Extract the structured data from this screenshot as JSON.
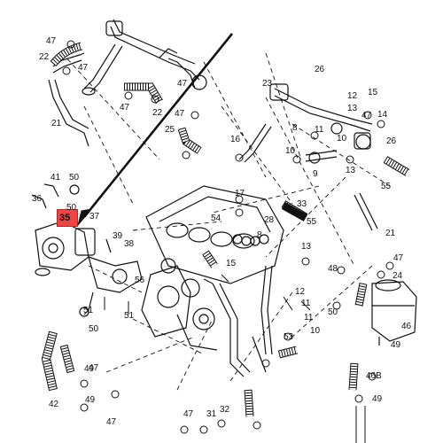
{
  "highlight": {
    "label": "35",
    "color": "#e44444"
  },
  "callouts": [
    {
      "id": "c47a",
      "text": "47"
    },
    {
      "id": "c22a",
      "text": "22"
    },
    {
      "id": "c47b",
      "text": "47"
    },
    {
      "id": "c21a",
      "text": "21"
    },
    {
      "id": "c47c",
      "text": "47"
    },
    {
      "id": "c22b",
      "text": "22"
    },
    {
      "id": "c47d",
      "text": "47"
    },
    {
      "id": "c26a",
      "text": "26"
    },
    {
      "id": "c23",
      "text": "23"
    },
    {
      "id": "c47e",
      "text": "47"
    },
    {
      "id": "c25",
      "text": "25"
    },
    {
      "id": "c16",
      "text": "16"
    },
    {
      "id": "c10a",
      "text": "10"
    },
    {
      "id": "c9",
      "text": "9"
    },
    {
      "id": "c13a",
      "text": "13"
    },
    {
      "id": "c8a",
      "text": "8"
    },
    {
      "id": "c10b",
      "text": "10"
    },
    {
      "id": "c11a",
      "text": "11"
    },
    {
      "id": "c12a",
      "text": "12"
    },
    {
      "id": "c14a",
      "text": "14"
    },
    {
      "id": "c15a",
      "text": "15"
    },
    {
      "id": "c26b",
      "text": "26"
    },
    {
      "id": "c47f",
      "text": "47"
    },
    {
      "id": "c13b",
      "text": "13"
    },
    {
      "id": "c55a",
      "text": "55"
    },
    {
      "id": "c41",
      "text": "41"
    },
    {
      "id": "c50a",
      "text": "50"
    },
    {
      "id": "c36",
      "text": "36"
    },
    {
      "id": "c50b",
      "text": "50"
    },
    {
      "id": "c37",
      "text": "37"
    },
    {
      "id": "c39",
      "text": "39"
    },
    {
      "id": "c38",
      "text": "38"
    },
    {
      "id": "c17",
      "text": "17"
    },
    {
      "id": "c33",
      "text": "33"
    },
    {
      "id": "c28",
      "text": "28"
    },
    {
      "id": "c55b",
      "text": "55"
    },
    {
      "id": "c21b",
      "text": "21"
    },
    {
      "id": "c13c",
      "text": "13"
    },
    {
      "id": "c47g",
      "text": "47"
    },
    {
      "id": "c54",
      "text": "54"
    },
    {
      "id": "c15b",
      "text": "15"
    },
    {
      "id": "c48",
      "text": "48"
    },
    {
      "id": "c24",
      "text": "24"
    },
    {
      "id": "c56",
      "text": "56"
    },
    {
      "id": "c51a",
      "text": "51"
    },
    {
      "id": "c50c",
      "text": "50"
    },
    {
      "id": "c8b",
      "text": "8"
    },
    {
      "id": "c12b",
      "text": "12"
    },
    {
      "id": "c11b",
      "text": "11"
    },
    {
      "id": "c50d",
      "text": "50"
    },
    {
      "id": "c51b",
      "text": "51"
    },
    {
      "id": "c10c",
      "text": "10"
    },
    {
      "id": "c47h",
      "text": "47"
    },
    {
      "id": "c46a",
      "text": "46"
    },
    {
      "id": "c49a",
      "text": "49"
    },
    {
      "id": "c49b",
      "text": "49"
    },
    {
      "id": "c42",
      "text": "42"
    },
    {
      "id": "c49c",
      "text": "49"
    },
    {
      "id": "c31",
      "text": "31"
    },
    {
      "id": "c47i",
      "text": "47"
    },
    {
      "id": "c46b",
      "text": "46B"
    },
    {
      "id": "c49d",
      "text": "49"
    },
    {
      "id": "c47j",
      "text": "47"
    },
    {
      "id": "c53",
      "text": "53"
    },
    {
      "id": "c32",
      "text": "32"
    },
    {
      "id": "c11c",
      "text": "11"
    }
  ]
}
